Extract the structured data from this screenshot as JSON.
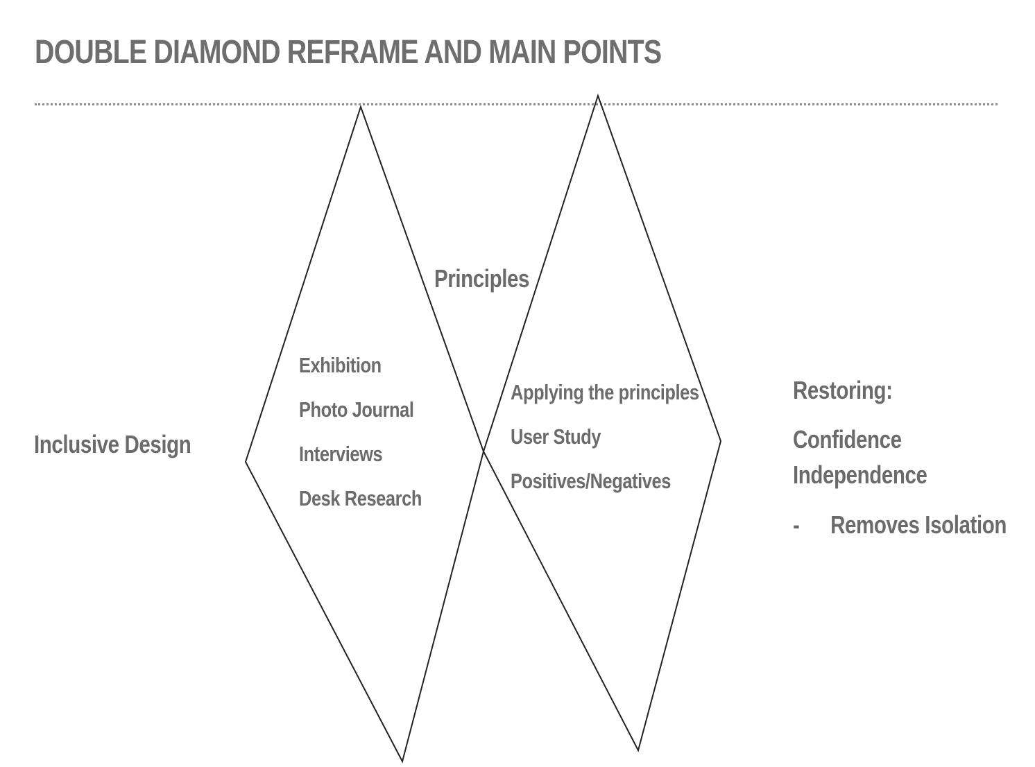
{
  "slide": {
    "title": "DOUBLE DIAMOND REFRAME AND MAIN POINTS"
  },
  "diagram": {
    "start_label": "Inclusive Design",
    "bridge_label": "Principles",
    "diamond_1": {
      "items": [
        "Exhibition",
        "Photo Journal",
        "Interviews",
        "Desk Research"
      ]
    },
    "diamond_2": {
      "items": [
        "Applying the principles",
        "User Study",
        "Positives/Negatives"
      ]
    },
    "outcome": {
      "heading": "Restoring:",
      "items": [
        "Confidence",
        "Independence"
      ],
      "bullet_marker": "-",
      "bullet_text": "Removes Isolation"
    },
    "colors": {
      "text": "#6b6b6b",
      "title": "#6e6e6e",
      "stroke": "#222222",
      "divider": "#8a8a8a"
    }
  }
}
